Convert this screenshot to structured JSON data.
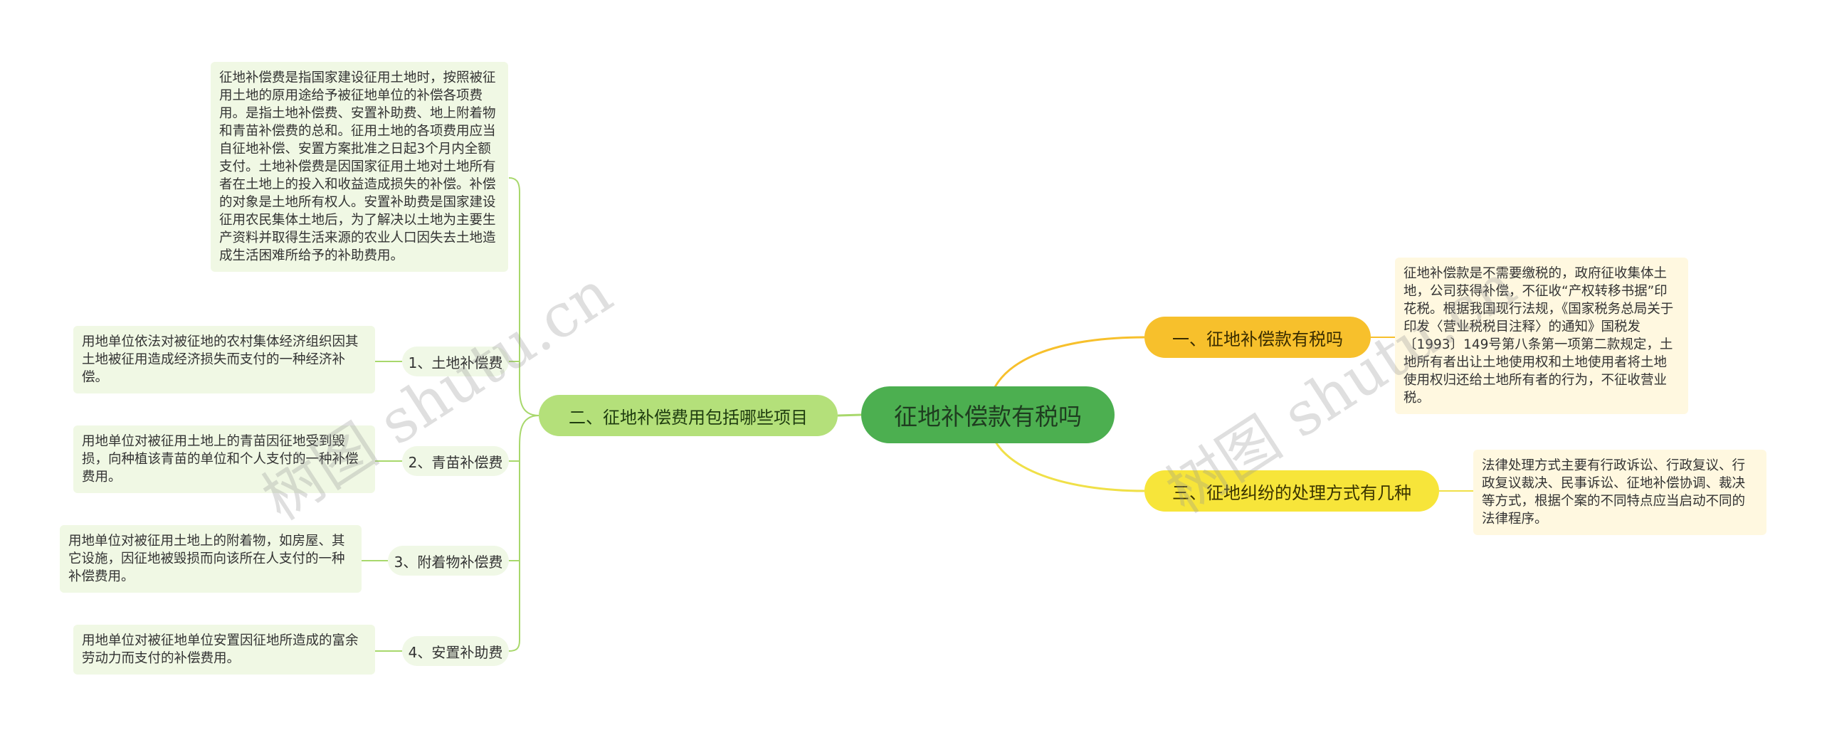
{
  "root": "征地补偿款有税吗",
  "branch1": {
    "label": "一、征地补偿款有税吗",
    "text": "征地补偿款是不需要缴税的，政府征收集体土地，公司获得补偿，不征收“产权转移书据”印花税。根据我国现行法规，《国家税务总局关于印发〈营业税税目注释〉的通知》国税发〔1993〕149号第八条第一项第二款规定，土地所有者出让土地使用权和土地使用者将土地使用权归还给土地所有者的行为，不征收营业税。"
  },
  "branch2": {
    "label": "二、征地补偿费用包括哪些项目",
    "intro": "征地补偿费是指国家建设征用土地时，按照被征用土地的原用途给予被征地单位的补偿各项费用。是指土地补偿费、安置补助费、地上附着物和青苗补偿费的总和。征用土地的各项费用应当自征地补偿、安置方案批准之日起3个月内全额支付。土地补偿费是因国家征用土地对土地所有者在土地上的投入和收益造成损失的补偿。补偿的对象是土地所有权人。安置补助费是国家建设征用农民集体土地后，为了解决以土地为主要生产资料并取得生活来源的农业人口因失去土地造成生活困难所给予的补助费用。",
    "items": [
      {
        "label": "1、土地补偿费",
        "text": "用地单位依法对被征地的农村集体经济组织因其土地被征用造成经济损失而支付的一种经济补偿。"
      },
      {
        "label": "2、青苗补偿费",
        "text": "用地单位对被征用土地上的青苗因征地受到毁损，向种植该青苗的单位和个人支付的一种补偿费用。"
      },
      {
        "label": "3、附着物补偿费",
        "text": "用地单位对被征用土地上的附着物，如房屋、其它设施，因征地被毁损而向该所在人支付的一种补偿费用。"
      },
      {
        "label": "4、安置补助费",
        "text": "用地单位对被征地单位安置因征地所造成的富余劳动力而支付的补偿费用。"
      }
    ]
  },
  "branch3": {
    "label": "三、征地纠纷的处理方式有几种",
    "text": "法律处理方式主要有行政诉讼、行政复议、行政复议裁决、民事诉讼、征地补偿协调、裁决等方式，根据个案的不同特点应当启动不同的法律程序。"
  },
  "watermark": "树图 shutu.cn",
  "colors": {
    "root": "#4caf50",
    "branch1": "#f7c02c",
    "branch2": "#b4e07a",
    "branch3": "#f7e53a",
    "leaf_green": "#f0f8e4",
    "leaf_yellow": "#fff8e0"
  }
}
